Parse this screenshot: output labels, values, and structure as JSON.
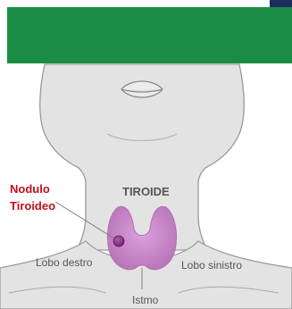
{
  "diagram": {
    "labels": {
      "organ": "TIROIDE",
      "nodule_line1": "Nodulo",
      "nodule_line2": "Tiroideo",
      "right_lobe": "Lobo destro",
      "left_lobe": "Lobo sinistro",
      "isthmus": "Istmo"
    },
    "colors": {
      "banner": "#1a8c46",
      "corner_tab": "#1c2e5c",
      "skin": "#e3e3e3",
      "outline": "#9a9a9a",
      "thyroid": "#cc88cc",
      "nodule": "#8a2d8a",
      "nodule_label": "#c0101c",
      "text": "#555555"
    }
  }
}
